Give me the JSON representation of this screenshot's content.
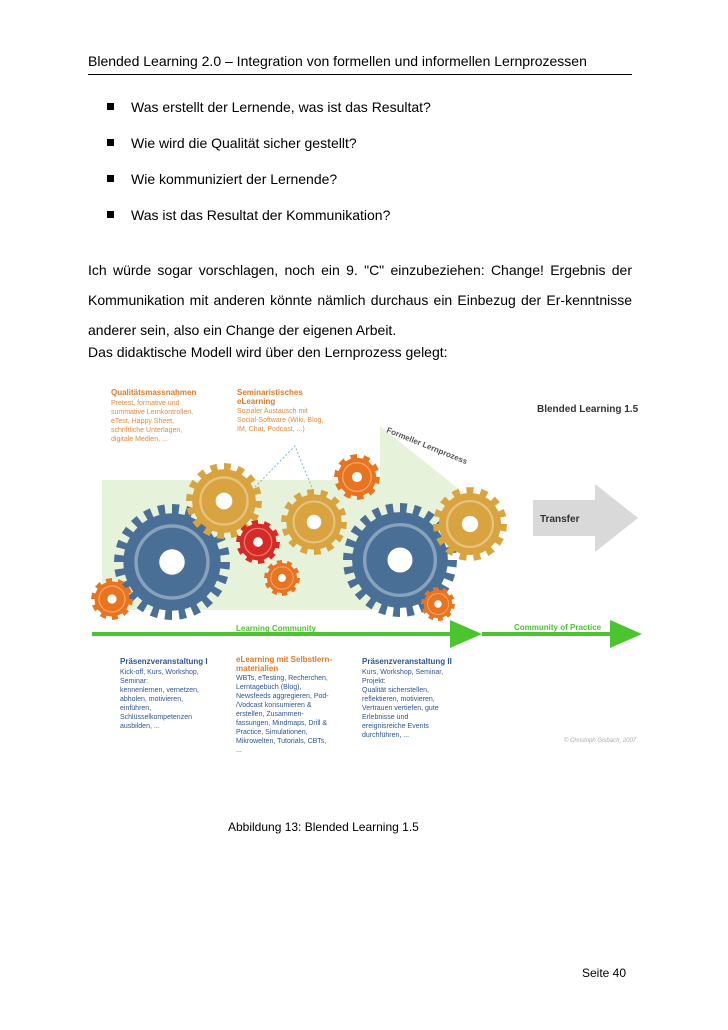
{
  "header": {
    "title": "Blended Learning 2.0 – Integration von formellen und informellen Lernprozessen"
  },
  "bullets": [
    "Was erstellt der Lernende, was ist das Resultat?",
    "Wie wird die Qualität sicher gestellt?",
    "Wie kommuniziert der Lernende?",
    "Was ist das Resultat der Kommunikation?"
  ],
  "paragraphs": {
    "p1": "Ich würde sogar vorschlagen, noch ein 9. \"C\" einzubeziehen: Change! Ergebnis der Kommunikation mit anderen könnte nämlich durchaus ein Einbezug der Er-kenntnisse anderer sein, also ein Change der eigenen Arbeit.",
    "p2": "Das didaktische Modell wird über den Lernprozess gelegt:"
  },
  "figure": {
    "title": "Blended Learning 1.5",
    "arrow_label": "Formeller Lernprozess",
    "transfer_label": "Transfer",
    "community_label": "Learning Community",
    "cop_label": "Community of Practice",
    "credit": "© Christoph Gisbach, 2007",
    "quality": {
      "heading": "Qualitätsmassnahmen",
      "lines": [
        "Pretest, formative und",
        "summative Lernkontrollen,",
        "eTest, Happy Sheet,",
        "schriftliche Unterlagen,",
        "digitale Medien, ..."
      ]
    },
    "seminar_el": {
      "heading": [
        "Seminaristisches",
        "eLearning"
      ],
      "lines": [
        "Sozialer Austausch mit",
        "Social-Software (Wiki, Blog,",
        "IM,  Chat, Podcast, ...)"
      ]
    },
    "praesenz1": {
      "heading": "Präsenzveranstaltung I",
      "lines": [
        "Kick-off, Kurs, Workshop,",
        "Seminar:",
        "kennenlernen, vernetzen,",
        "abholen, motivieren,",
        "einführen,",
        "Schlüsselkompetenzen",
        "ausbilden, ..."
      ]
    },
    "selfstudy": {
      "heading": [
        "eLearning mit Selbstlern-",
        "materialien"
      ],
      "lines": [
        "WBTs, eTesting, Recherchen,",
        "Lerntagebuch (Blog),",
        "Newsfeeds aggregieren, Pod-",
        "/Vodcast konsumieren &",
        "erstellen, Zusammen-",
        "fassungen, Mindmaps,  Drill &",
        "Practice, Simulationen,",
        "Mikrowelten, Tutorials, CBTs,",
        "..."
      ]
    },
    "praesenz2": {
      "heading": "Präsenzveranstaltung II",
      "lines": [
        "Kurs, Workshop, Seminar,",
        "Projekt:",
        "Qualität sicherstellen,",
        "reflektieren, motivieren,",
        "Vertrauen vertiefen,  gute",
        "Erlebnisse und",
        "ereignisreiche Events",
        "durchführen, ..."
      ]
    },
    "colors": {
      "orange": "#e8741f",
      "blue": "#4a6f96",
      "gold": "#d9a440",
      "red": "#d62b24",
      "green": "#4bc52e",
      "arrow_gray": "#d9d9d9"
    }
  },
  "caption": "Abbildung 13: Blended Learning 1.5",
  "page_number": "Seite 40"
}
